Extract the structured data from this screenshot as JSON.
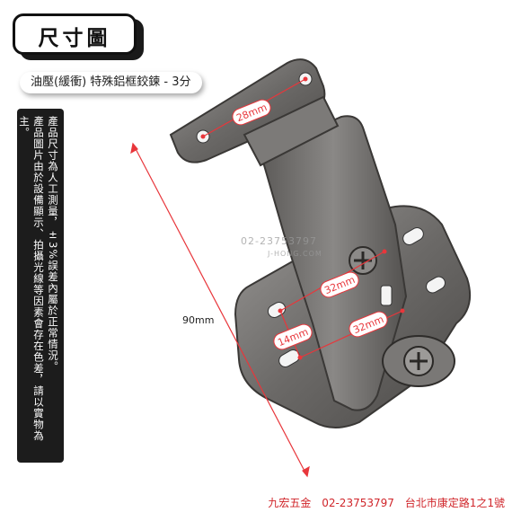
{
  "header": {
    "title": "尺寸圖"
  },
  "product": {
    "name": "油壓(緩衝) 特殊鋁框鉸鍊 - 3分"
  },
  "notice": {
    "line1": "產品尺寸為人工測量，±3%誤差內屬於正常情況。",
    "line2": "產品圖片由於設備顯示、拍攝光線等因素會存在色差，請以實物為主。"
  },
  "dimensions": {
    "top_width": "28mm",
    "total_length": "90mm",
    "middle_width": "32mm",
    "left_hole": "14mm",
    "bottom_width": "32mm"
  },
  "watermark": {
    "phone": "02-23753797",
    "site": "J-HONG.COM"
  },
  "footer": {
    "store": "九宏五金",
    "phone": "02-23753797",
    "address": "台北市康定路1之1號"
  },
  "colors": {
    "accent": "#d0252a",
    "metal": "#6e6c6a",
    "dimension_line": "#e8363b"
  }
}
